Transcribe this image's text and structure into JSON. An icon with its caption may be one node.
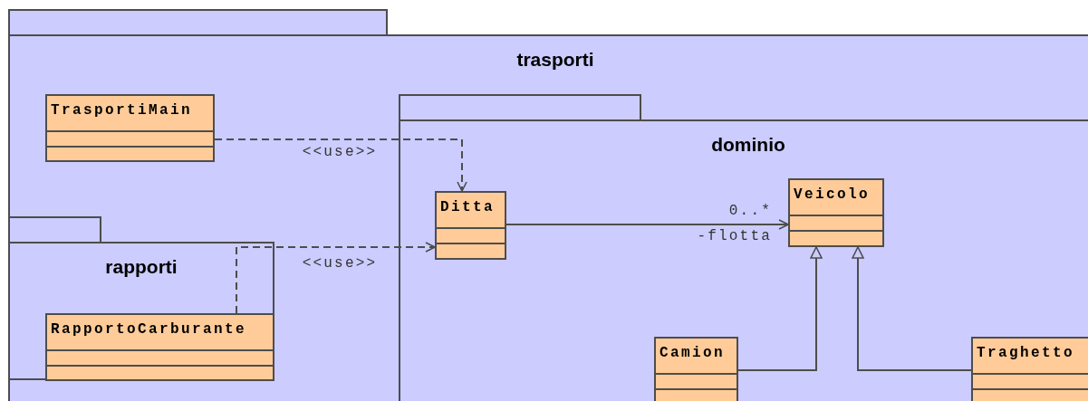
{
  "diagram": {
    "nodes": [
      {
        "text": [
          "trasporti"
        ]
      },
      {
        "text": [
          "TrasportiMain"
        ],
        "in": 0
      },
      {
        "text": [
          "dominio"
        ],
        "in": 0
      },
      {
        "text": [
          "rapporti"
        ],
        "in": 0
      },
      {
        "text": [
          "RapportoCarburante"
        ],
        "in": 3
      },
      {
        "text": [
          "Ditta"
        ],
        "in": 2
      },
      {
        "text": [
          "Veicolo"
        ],
        "in": 2
      },
      {
        "text": [
          "Camion"
        ],
        "in": 2
      },
      {
        "text": [
          "Traghetto"
        ],
        "in": 2
      }
    ],
    "edges": [
      {
        "from": 1,
        "to": 5,
        "arrow": "to",
        "style": "dashed",
        "label": "<<use>>"
      },
      {
        "from": 4,
        "to": 5,
        "arrow": "to",
        "style": "dashed",
        "label": "<<use>>"
      },
      {
        "from": 5,
        "to": 6,
        "arrow": "to",
        "label": "-flotta"
      },
      {
        "from": 7,
        "to": 6,
        "arrow": "to"
      },
      {
        "from": 8,
        "to": 6,
        "arrow": "to"
      }
    ],
    "labels": [
      "0..*"
    ]
  }
}
